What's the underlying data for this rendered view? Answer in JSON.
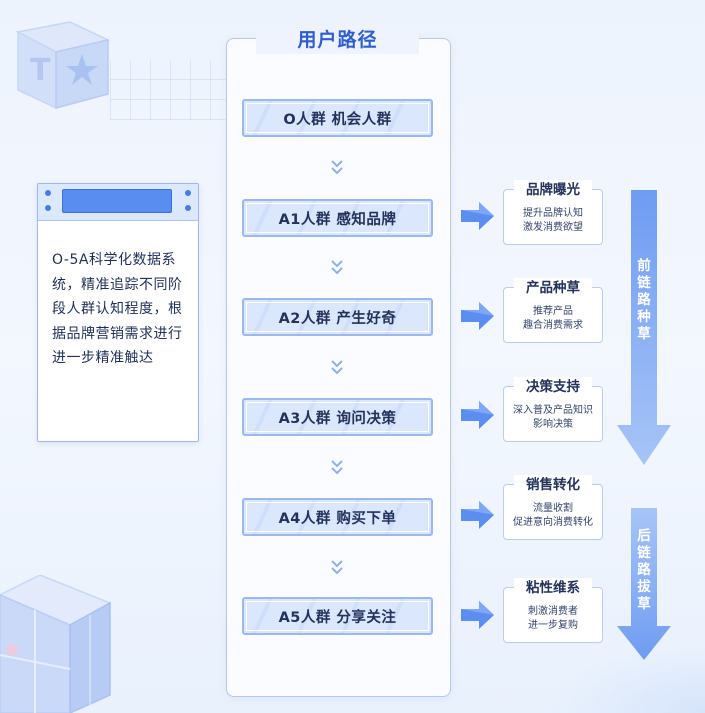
{
  "title": "用户路径",
  "note": {
    "text": "O-5A科学化数据系统，精准追踪不同阶段人群认知程度，根据品牌营销需求进行进一步精准触达"
  },
  "stages": [
    {
      "label": "O人群 机会人群"
    },
    {
      "label": "A1人群 感知品牌"
    },
    {
      "label": "A2人群 产生好奇"
    },
    {
      "label": "A3人群 询问决策"
    },
    {
      "label": "A4人群 购买下单"
    },
    {
      "label": "A5人群 分享关注"
    }
  ],
  "outcomes": [
    {
      "title": "品牌曝光",
      "line1": "提升品牌认知",
      "line2": "激发消费欲望"
    },
    {
      "title": "产品种草",
      "line1": "推荐产品",
      "line2": "趣合消费需求"
    },
    {
      "title": "决策支持",
      "line1": "深入普及产品知识",
      "line2": "影响决策"
    },
    {
      "title": "销售转化",
      "line1": "流量收割",
      "line2": "促进意向消费转化"
    },
    {
      "title": "粘性维系",
      "line1": "刺激消费者",
      "line2": "进一步复购"
    }
  ],
  "phases": {
    "front": [
      "前",
      "链",
      "路",
      "种",
      "草"
    ],
    "back": [
      "后",
      "链",
      "路",
      "拔",
      "草"
    ]
  },
  "colors": {
    "accent": "#2f5fcf",
    "arrow": "#5b8ef0",
    "arrow_light": "#9fbff6",
    "stage_border": "#9bb8ef"
  }
}
